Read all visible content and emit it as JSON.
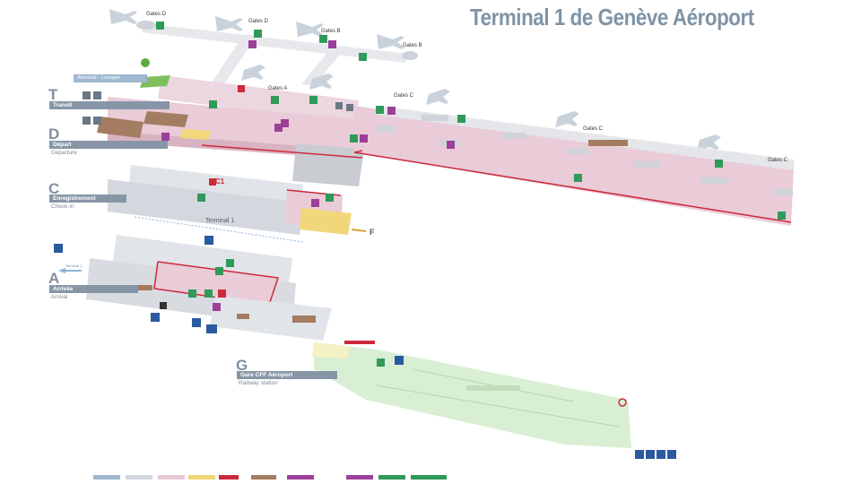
{
  "title": "Terminal 1 de Genève Aéroport",
  "levels": [
    {
      "letter": "T",
      "name": "Transit",
      "sub": ""
    },
    {
      "letter": "D",
      "name": "Départ",
      "sub": "Departure"
    },
    {
      "letter": "C",
      "name": "Enregistrement",
      "sub": "Check-in"
    },
    {
      "letter": "A",
      "name": "Arrivée",
      "sub": "Arrival"
    },
    {
      "letter": "G",
      "name": "Gare CFF Aéroport",
      "sub": "Railway station"
    }
  ],
  "gate_labels": {
    "gates_d1": "Gates D",
    "gates_d2": "Gates D",
    "gates_b1": "Gates B",
    "gates_b2": "Gates B",
    "gates_a": "Gates A",
    "gates_c1": "Gates C",
    "gates_c2": "Gates C",
    "gates_c3": "Gates C"
  },
  "lounge_label": "Aéroclub - Lounges",
  "terminal_label": "Terminal 1",
  "checkin_zone": "C1",
  "exit_f": "F",
  "terminal2_label": "Terminal 2",
  "colors": {
    "title": "#7f94a6",
    "level_bar": "#8796a6",
    "transit_floor": "#e9d3dd",
    "departure_floor": "#e8c9d6",
    "checkin_floor": "#dfe3e8",
    "arrival_floor": "#e9d0da",
    "station_floor": "#d9efd3",
    "zone_yellow": "#f2d77a",
    "border_red": "#cc2a3a",
    "shop_brown": "#a47c62",
    "icon_green": "#2f9a5a",
    "icon_purple": "#9b3f99",
    "parking_blue": "#2c5aa0"
  }
}
